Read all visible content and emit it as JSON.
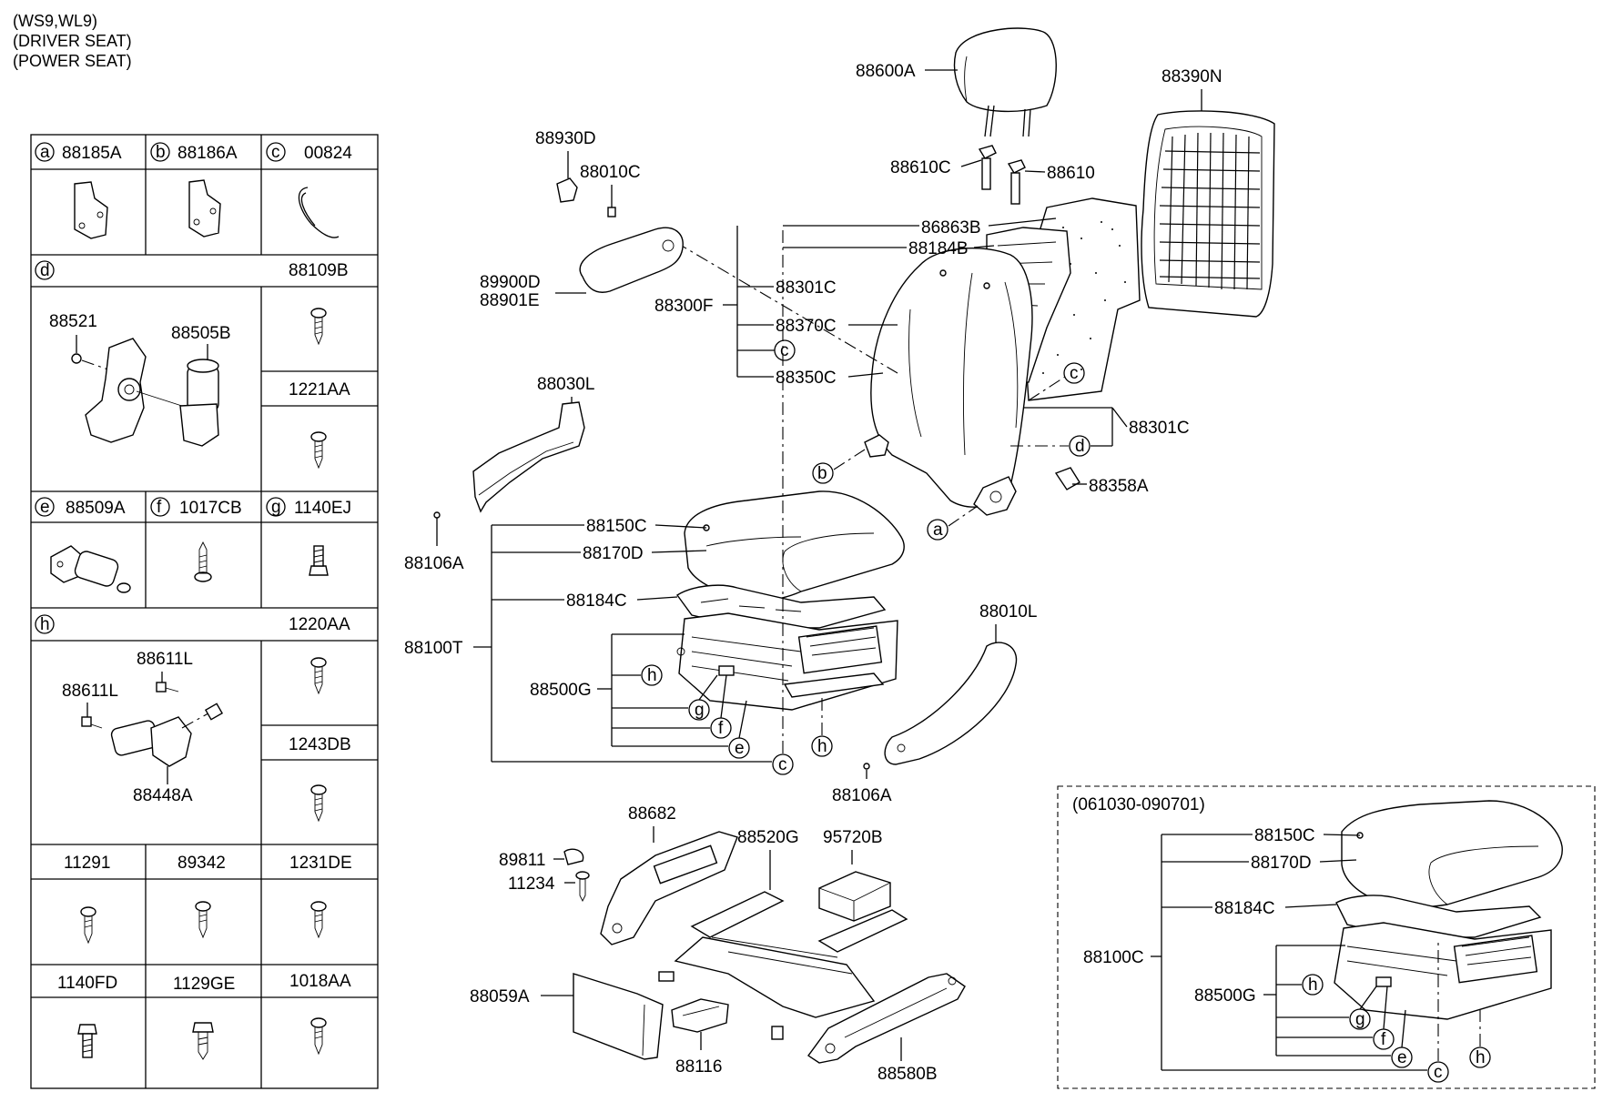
{
  "header": {
    "lines": [
      "(WS9,WL9)",
      "(DRIVER SEAT)",
      "(POWER SEAT)"
    ]
  },
  "legend": {
    "a": {
      "letter": "a",
      "code": "88185A"
    },
    "b": {
      "letter": "b",
      "code": "88186A"
    },
    "c": {
      "letter": "c",
      "code": "00824"
    },
    "d": {
      "letter": "d",
      "right_code": "88109B",
      "parts": [
        "88521",
        "88505B"
      ],
      "sub_code": "1221AA"
    },
    "e": {
      "letter": "e",
      "code": "88509A"
    },
    "f": {
      "letter": "f",
      "code": "1017CB"
    },
    "g": {
      "letter": "g",
      "code": "1140EJ"
    },
    "h": {
      "letter": "h",
      "right_code": "1220AA",
      "parts": [
        "88611L",
        "88611L",
        "88448A"
      ],
      "sub_code": "1243DB"
    },
    "row7": [
      "11291",
      "89342",
      "1231DE"
    ],
    "row8": [
      "1140FD",
      "1129GE",
      "1018AA"
    ]
  },
  "callouts": {
    "p88600A": "88600A",
    "p88610C": "88610C",
    "p88610": "88610",
    "p88390N": "88390N",
    "p86863B": "86863B",
    "p88184B": "88184B",
    "p88301C_top": "88301C",
    "p88300F": "88300F",
    "p88370C": "88370C",
    "p88350C": "88350C",
    "p88301C_right": "88301C",
    "p88358A": "88358A",
    "p88930D": "88930D",
    "p88010C": "88010C",
    "p89900D": "89900D",
    "p88901E": "88901E",
    "p88030L": "88030L",
    "p88106A_left": "88106A",
    "p88150C": "88150C",
    "p88170D": "88170D",
    "p88184C": "88184C",
    "p88100T": "88100T",
    "p88500G": "88500G",
    "p88010L": "88010L",
    "p88106A_right": "88106A",
    "p88682": "88682",
    "p89811": "89811",
    "p11234": "11234",
    "p88520G": "88520G",
    "p95720B": "95720B",
    "p88059A": "88059A",
    "p88116": "88116",
    "p88580B": "88580B"
  },
  "inset": {
    "title": "(061030-090701)",
    "p88150C": "88150C",
    "p88170D": "88170D",
    "p88184C": "88184C",
    "p88100C": "88100C",
    "p88500G": "88500G"
  },
  "circle_letters": {
    "a": "a",
    "b": "b",
    "c": "c",
    "d": "d",
    "e": "e",
    "f": "f",
    "g": "g",
    "h": "h"
  }
}
